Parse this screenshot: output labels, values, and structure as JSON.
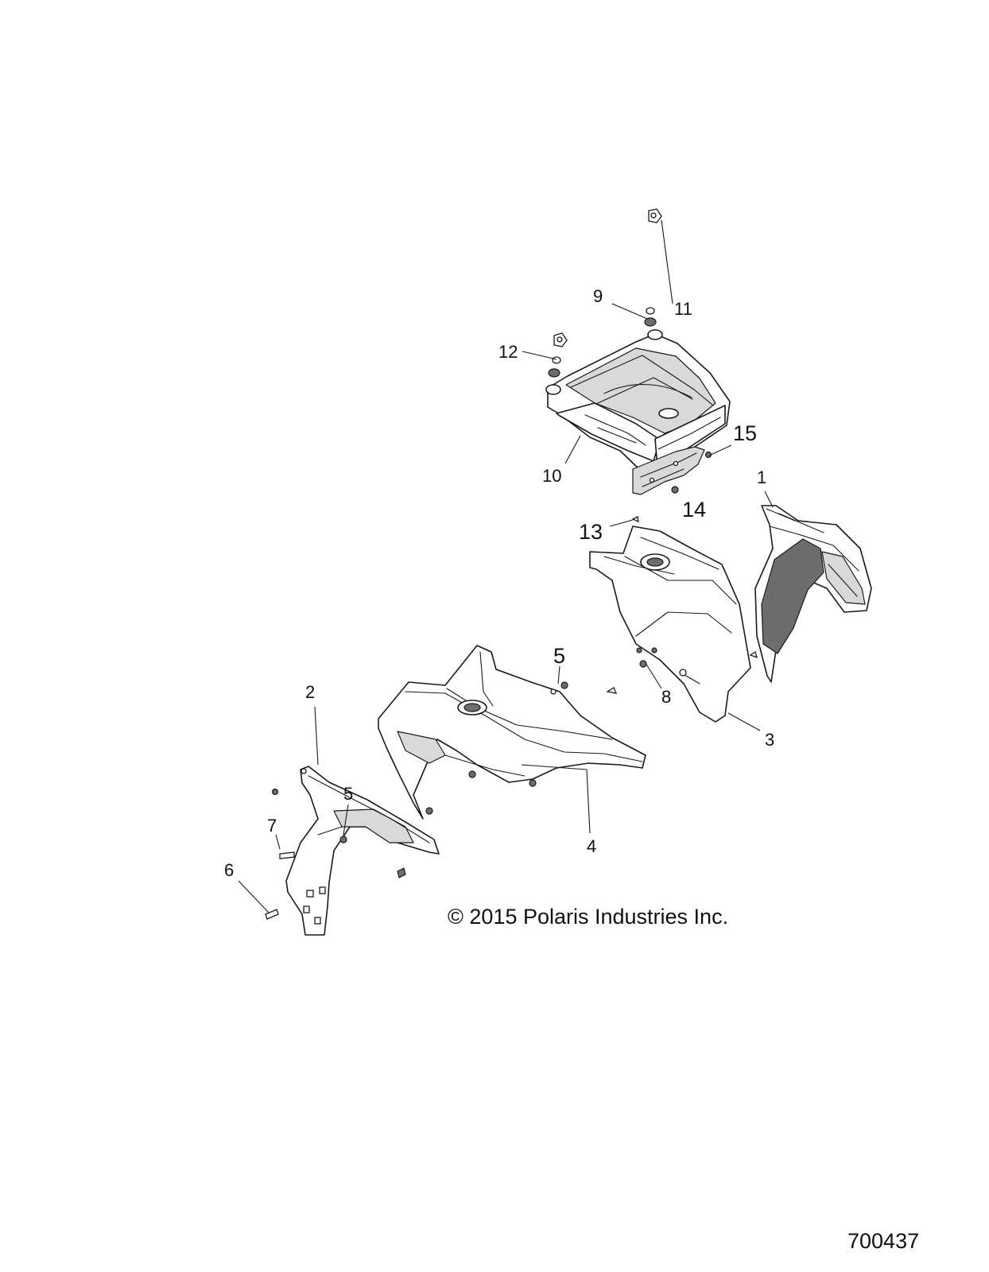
{
  "diagram": {
    "callouts": {
      "c1": "1",
      "c2": "2",
      "c3": "3",
      "c4": "4",
      "c5a": "5",
      "c5b": "5",
      "c6": "6",
      "c7": "7",
      "c8": "8",
      "c9": "9",
      "c10": "10",
      "c11": "11",
      "c12": "12",
      "c13": "13",
      "c14": "14",
      "c15": "15"
    },
    "copyright": "© 2015 Polaris Industries Inc.",
    "figure_number": "700437"
  }
}
